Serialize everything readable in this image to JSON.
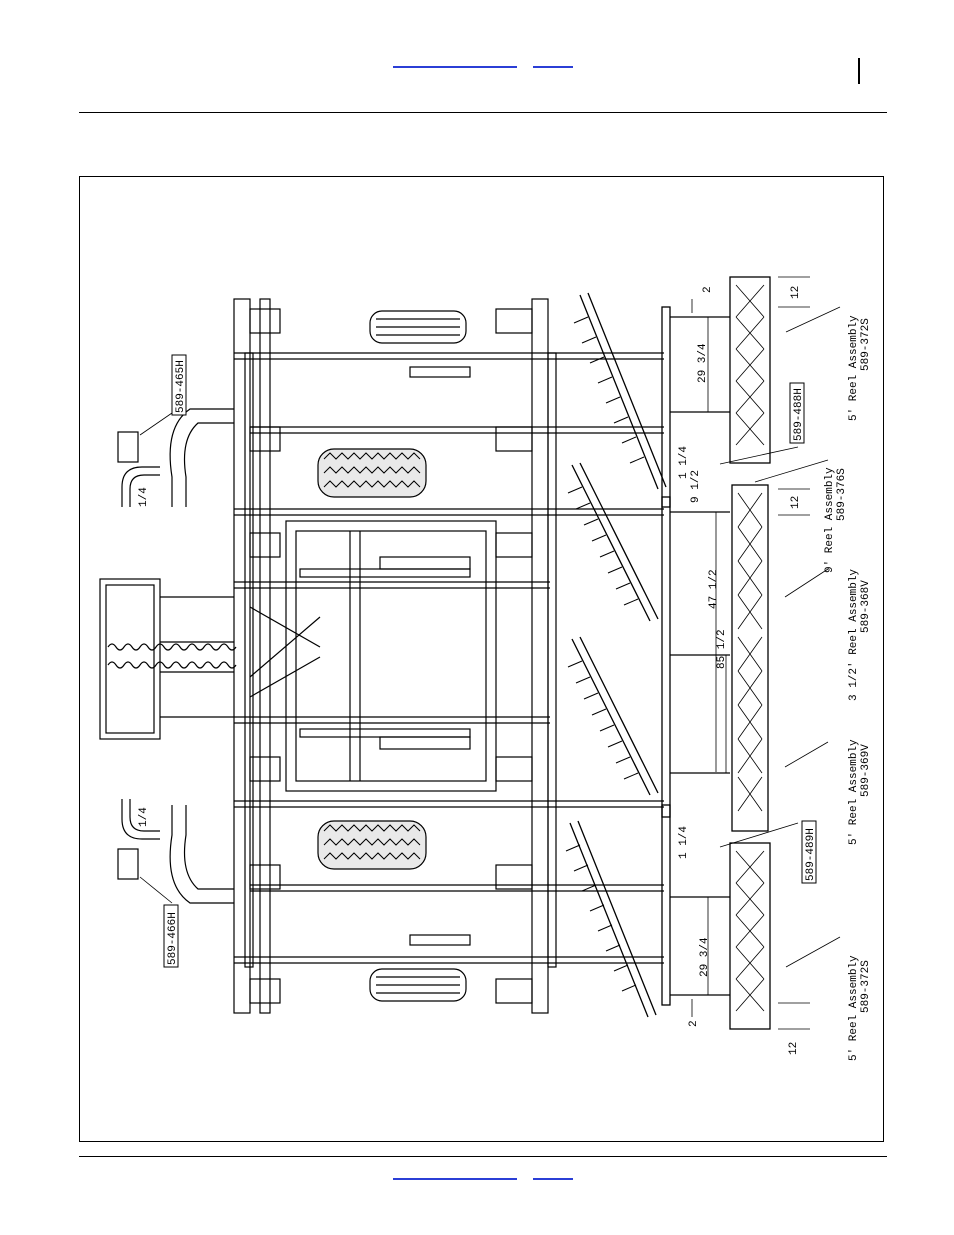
{
  "page": {
    "colors": {
      "link": "#2b3fd6",
      "ink": "#000000",
      "tire_fill": "#e9e9e9"
    }
  },
  "drawing": {
    "part_labels": {
      "hose_tl": "589-465H",
      "hose_bl": "589-466H",
      "hose_r1": "589-488H",
      "hose_r2": "589-489H"
    },
    "dimensions": {
      "d_2_top": "2",
      "d_2_bot": "2",
      "d_12_a": "12",
      "d_12_b": "12",
      "d_12_c": "12",
      "d_29_top": "29 3/4",
      "d_29_bot": "29 3/4",
      "d_quarter_tl": "1/4",
      "d_quarter_bl": "1/4",
      "d_1q_a": "1 1/4",
      "d_1q_b": "1 1/4",
      "d_9": "9 1/2",
      "d_47": "47 1/2",
      "d_85": "85 1/2"
    },
    "reel_callouts": {
      "r1_title": "5' Reel Assembly",
      "r1_part": "589-372S",
      "r2_title": "9' Reel Assembly",
      "r2_part": "589-376S",
      "r3_title": "3 1/2' Reel Assembly",
      "r3_part": "589-368V",
      "r4_title": "5' Reel Assembly",
      "r4_part": "589-369V",
      "r5_title": "5' Reel Assembly",
      "r5_part": "589-372S"
    }
  }
}
